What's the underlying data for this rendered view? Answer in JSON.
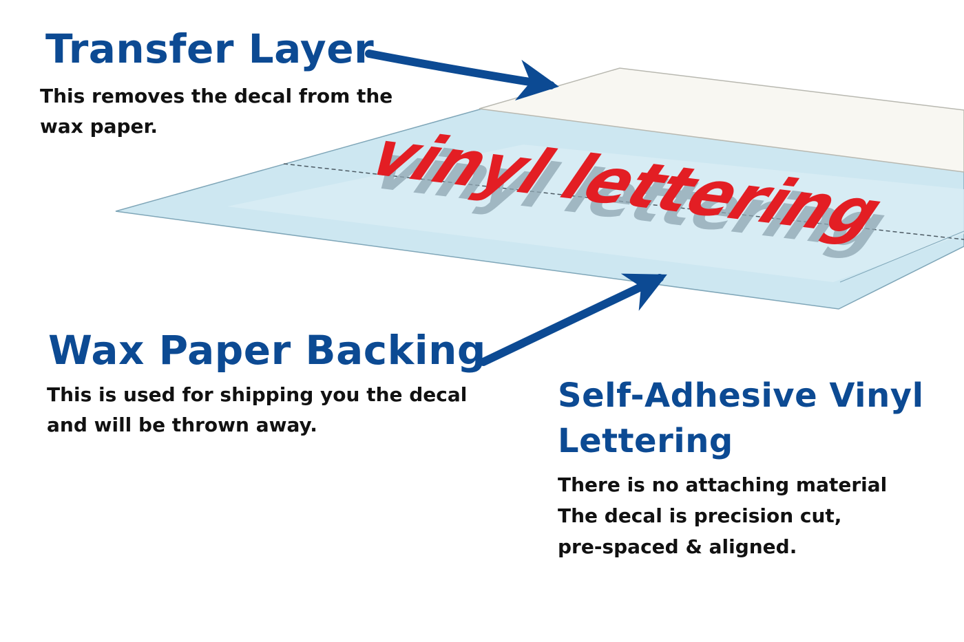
{
  "colors": {
    "heading": "#0c4a93",
    "arrow": "#0c4a93",
    "body_text": "#111111",
    "lettering": "#e31e24",
    "lettering_shadow": "#8ea6b2",
    "wax_paper": "#cde7f1",
    "transfer_layer": "#f8f7f2",
    "background": "#ffffff"
  },
  "labels": {
    "transfer_layer": {
      "title": "Transfer Layer",
      "lines": [
        "This removes the decal from the",
        "wax paper."
      ]
    },
    "wax_paper": {
      "title": "Wax Paper Backing",
      "lines": [
        "This is used for shipping you the decal",
        "and will be thrown away."
      ]
    },
    "vinyl": {
      "title_lines": [
        "Self-Adhesive Vinyl",
        "Lettering"
      ],
      "lines": [
        "There is no attaching material",
        "The decal is precision cut,",
        "pre-spaced & aligned."
      ]
    }
  },
  "illustration": {
    "lettering_text": "vinyl lettering"
  }
}
